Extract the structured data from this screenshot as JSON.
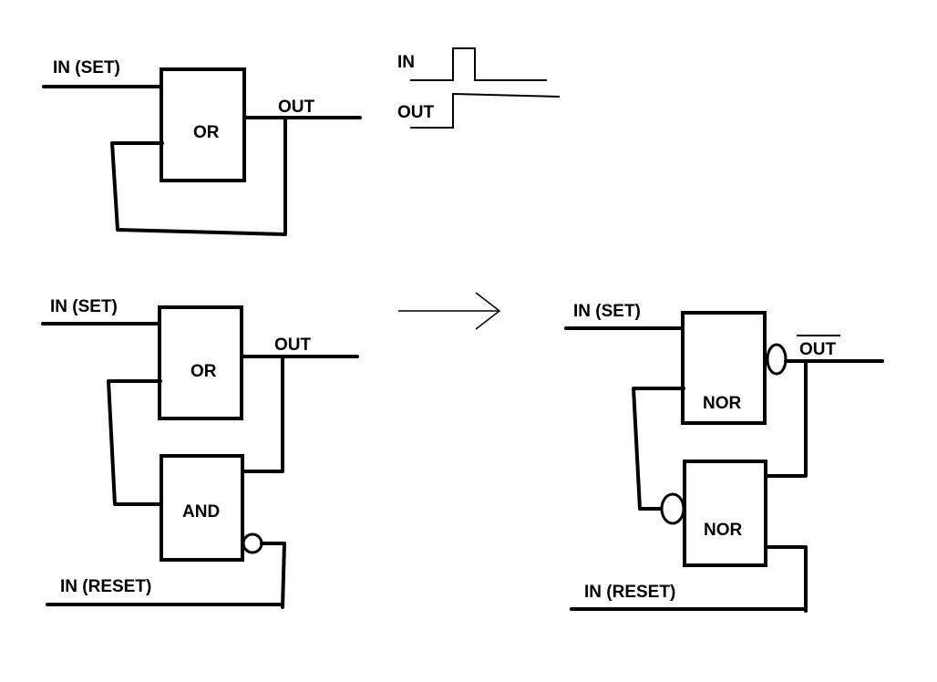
{
  "top_circuit": {
    "input_label": "IN  (SET)",
    "gate_label": "OR",
    "output_label": "OUT"
  },
  "waveform": {
    "in_label": "IN",
    "out_label": "OUT"
  },
  "middle_circuit": {
    "set_label": "IN (SET)",
    "or_label": "OR",
    "and_label": "AND",
    "output_label": "OUT",
    "reset_label": "IN (RESET)"
  },
  "right_circuit": {
    "set_label": "IN (SET)",
    "nor_top_label": "NOR",
    "nor_bottom_label": "NOR",
    "output_label": "OUT",
    "reset_label": "IN (RESET)"
  }
}
